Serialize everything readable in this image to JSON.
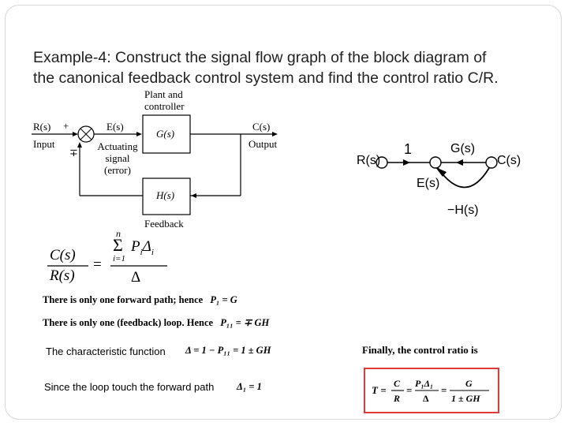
{
  "slide": {
    "title_line1": "Example-4: Construct the signal flow graph of the block diagram of",
    "title_line2": "the canonical feedback control system and find the control ratio C/R."
  },
  "block_diagram": {
    "plant_label_1": "Plant and",
    "plant_label_2": "controller",
    "input_signal": "R(s)",
    "input_word": "Input",
    "plus_sign": "+",
    "minus_sign": "∓",
    "error_signal": "E(s)",
    "actuating_1": "Actuating",
    "actuating_2": "signal",
    "actuating_3": "(error)",
    "forward_block": "G(s)",
    "output_signal": "C(s)",
    "output_word": "Output",
    "feedback_block": "H(s)",
    "feedback_word": "Feedback"
  },
  "signal_flow_graph": {
    "node_r": "R(s)",
    "node_e": "E(s)",
    "node_c": "C(s)",
    "gain_unity": "1",
    "gain_forward": "G(s)",
    "gain_feedback": "−H(s)"
  },
  "mason": {
    "numerator_left": "C(s)",
    "denominator_left": "R(s)",
    "equals": "=",
    "sum_upper": "n",
    "sum_symbol": "Σ",
    "sum_lower": "i=1",
    "term": "P",
    "term_sub": "i",
    "delta": "Δ",
    "delta_sub": "i",
    "denominator_right": "Δ"
  },
  "statements": {
    "forward_path_text": "There is only one forward path; hence",
    "forward_path_eq": "P₁ = G",
    "loop_text": "There is only one (feedback) loop. Hence",
    "loop_eq": "P₁₁ = ∓ GH",
    "characteristic_text": "The characteristic function",
    "characteristic_eq": "Δ = 1 − P₁₁ = 1 ± GH",
    "touch_text": "Since the loop touch the forward path",
    "touch_eq": "Δ₁ = 1",
    "final_text": "Finally, the control ratio is"
  },
  "result": {
    "T": "T =",
    "C": "C",
    "R": "R",
    "eq1": "=",
    "P1D1": "P₁Δ₁",
    "Delta": "Δ",
    "eq2": "=",
    "G": "G",
    "denom": "1 ± GH"
  },
  "colors": {
    "result_border": "#e03a3a",
    "frame_border": "#d6d6d6",
    "title_text": "#222222"
  }
}
